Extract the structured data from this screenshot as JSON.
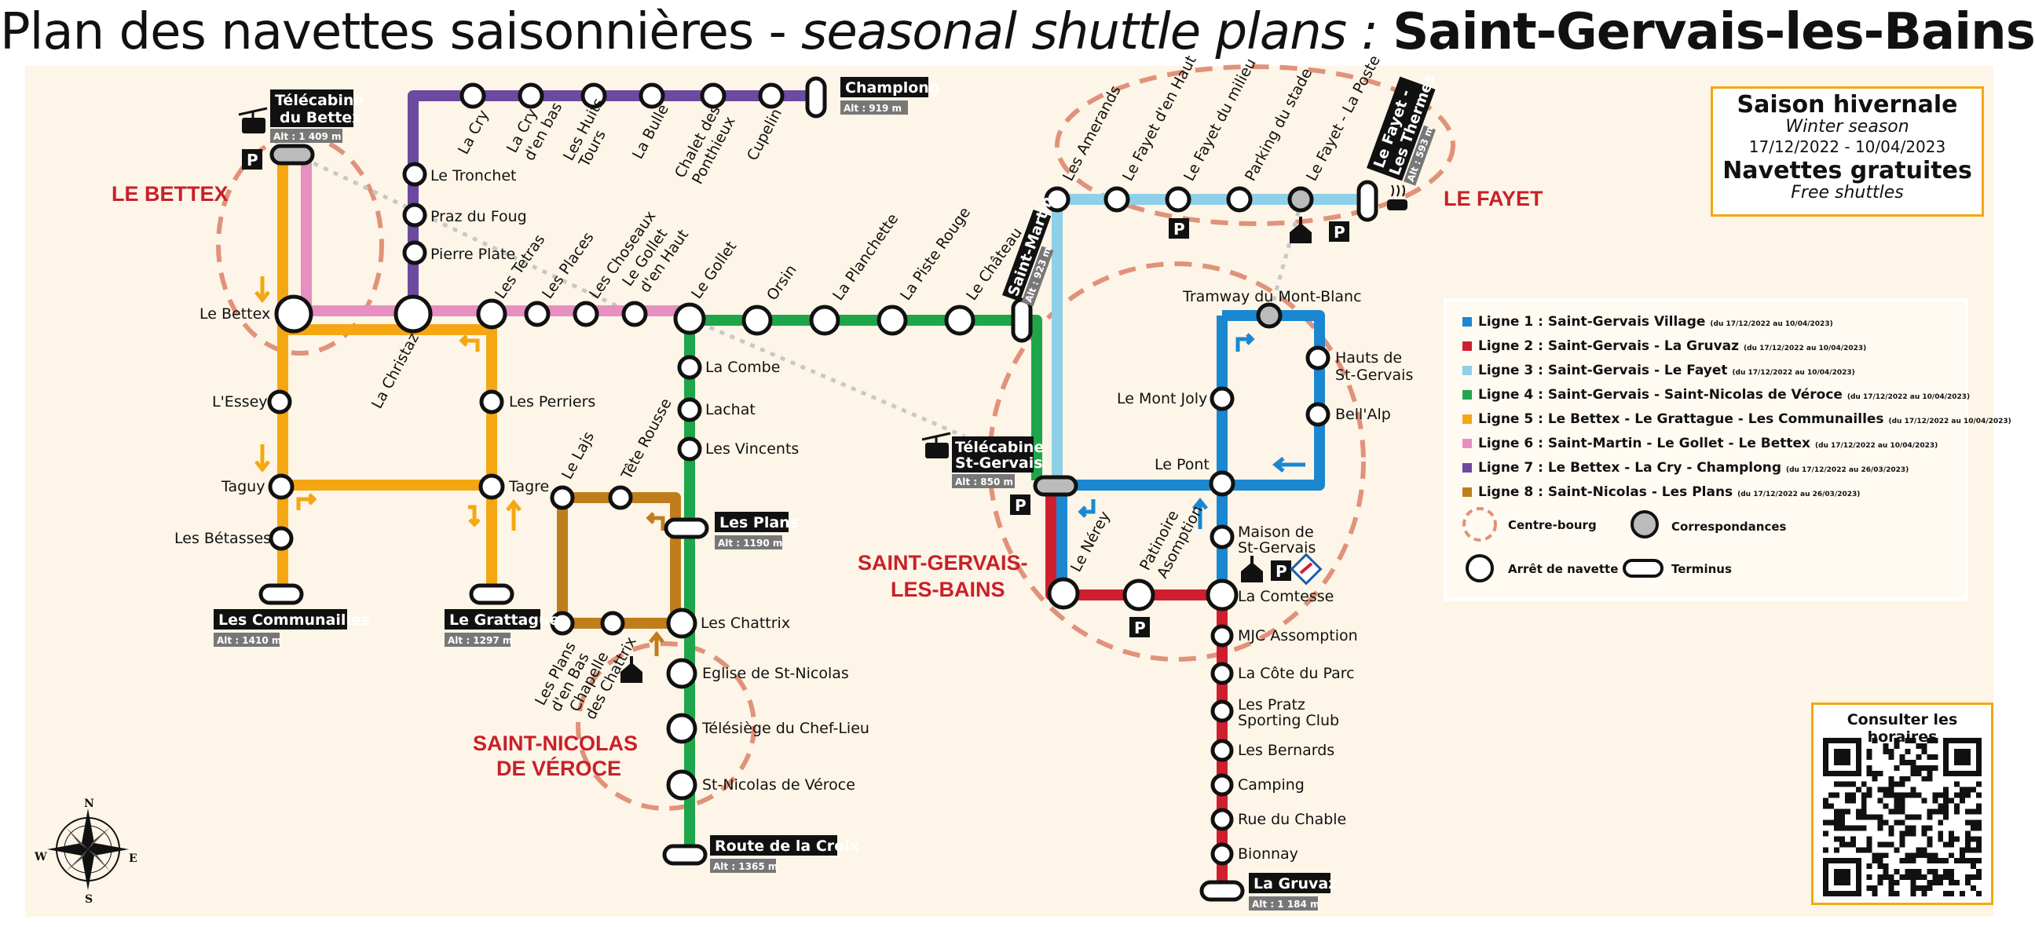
{
  "header": {
    "title_main": "Plan des navettes saisonnières - ",
    "title_italic": "seasonal shuttle plans : ",
    "title_bold": "Saint-Gervais-les-Bains"
  },
  "season": {
    "title": "Saison hivernale",
    "subtitle": "Winter season",
    "dates": "17/12/2022 - 10/04/2023",
    "free": "Navettes gratuites",
    "free_en": "Free shuttles"
  },
  "legend": {
    "lines": [
      {
        "label": "Ligne 1  : Saint-Gervais Village",
        "dates": "(du 17/12/2022 au 10/04/2023)",
        "color": "#1b87d0"
      },
      {
        "label": "Ligne 2 : Saint-Gervais - La Gruvaz",
        "dates": "(du 17/12/2022 au 10/04/2023)",
        "color": "#cf1f2e"
      },
      {
        "label": "Ligne 3 : Saint-Gervais - Le Fayet",
        "dates": "(du 17/12/2022 au 10/04/2023)",
        "color": "#8ed0e8"
      },
      {
        "label": "Ligne 4 : Saint-Gervais - Saint-Nicolas de Véroce",
        "dates": "(du 17/12/2022 au 10/04/2023)",
        "color": "#1fa64a"
      },
      {
        "label": "Ligne 5 : Le Bettex - Le Grattague - Les Communailles",
        "dates": "(du 17/12/2022 au 10/04/2023)",
        "color": "#f4a712"
      },
      {
        "label": "Ligne 6 : Saint-Martin - Le Gollet - Le Bettex",
        "dates": "(du 17/12/2022 au 10/04/2023)",
        "color": "#e68fc0"
      },
      {
        "label": "Ligne 7 : Le Bettex - La Cry - Champlong",
        "dates": "(du 17/12/2022 au 26/03/2023)",
        "color": "#6b4aa0"
      },
      {
        "label": "Ligne 8 : Saint-Nicolas - Les Plans",
        "dates": "(du 17/12/2022 au 26/03/2023)",
        "color": "#c07d1c"
      }
    ],
    "centre_bourg": "Centre-bourg",
    "correspondances": "Correspondances",
    "arret": "Arrêt de navette",
    "terminus": "Terminus"
  },
  "qr": {
    "title": "Consulter les horaires"
  },
  "areas": {
    "bettex": "LE BETTEX",
    "fayet": "LE FAYET",
    "sg1": "SAINT-GERVAIS-",
    "sg2": "LES-BAINS",
    "sn1": "SAINT-NICOLAS",
    "sn2": "DE VÉROCE"
  },
  "stops": {
    "champlong": "Champlong",
    "champlong_alt": "Alt : 919 m",
    "tele_bettex1": "Télécabine",
    "tele_bettex2": "du Bettex",
    "tele_bettex_alt": "Alt : 1 409 m",
    "la_cry": "La Cry",
    "la_cry_bas1": "La Cry",
    "la_cry_bas2": "d'en bas",
    "huits1": "Les Huits",
    "huits2": "Tours",
    "la_bulle": "La Bulle",
    "chalet1": "Chalet des",
    "chalet2": "Ponthieux",
    "cupelin": "Cupelin",
    "tronchet": "Le Tronchet",
    "praz": "Praz du Foug",
    "pierre_plate": "Pierre Plate",
    "le_bettex": "Le Bettex",
    "christaz": "La Christaz",
    "tetras": "Les Tetras",
    "places": "Les Places",
    "choseaux": "Les Choseaux",
    "gollet_haut1": "Le Gollet",
    "gollet_haut2": "d'en Haut",
    "gollet": "Le Gollet",
    "orsin": "Orsin",
    "planchette": "La Planchette",
    "piste_rouge": "La Piste Rouge",
    "chateau": "Le Château",
    "st_martin": "Saint-Martin",
    "st_martin_alt": "Alt : 923 m",
    "amerands": "Les Amerands",
    "fayet_haut": "Le Fayet d'en Haut",
    "fayet_milieu": "Le Fayet du milieu",
    "parking_stade": "Parking du stade",
    "fayet_poste": "Le Fayet - La Poste",
    "fayet_thermes1": "Le Fayet -",
    "fayet_thermes2": "Les Thermes",
    "fayet_thermes_alt": "Alt : 593 m",
    "tramway": "Tramway du Mont-Blanc",
    "hauts1": "Hauts de",
    "hauts2": "St-Gervais",
    "bellalp": "Bell'Alp",
    "mont_joly": "Le Mont Joly",
    "le_pont": "Le Pont",
    "tele_sg1": "Télécabine",
    "tele_sg2": "St-Gervais",
    "tele_sg_alt": "Alt : 850 m",
    "maison1": "Maison de",
    "maison2": "St-Gervais",
    "nerey": "Le Nérey",
    "patinoire1": "Patinoire",
    "patinoire2": "Asomption",
    "comtesse": "La Comtesse",
    "mjc": "MJC Assomption",
    "cote_parc": "La Côte du Parc",
    "pratz1": "Les Pratz",
    "pratz2": "Sporting Club",
    "bernards": "Les Bernards",
    "camping": "Camping",
    "chable": "Rue du Chable",
    "bionnay": "Bionnay",
    "gruvaz": "La Gruvaz",
    "gruvaz_alt": "Alt : 1 184 m",
    "la_combe": "La Combe",
    "lachat": "Lachat",
    "vincents": "Les Vincents",
    "les_plans": "Les Plans",
    "les_plans_alt": "Alt : 1190 m",
    "chattrix": "Les Chattrix",
    "eglise": "Eglise de St-Nicolas",
    "telesiege": "Télésiège du Chef-Lieu",
    "st_nicolas": "St-Nicolas de Véroce",
    "route_croix": "Route de la Croix",
    "route_croix_alt": "Alt : 1365 m",
    "lajs": "Le Lajs",
    "tete_rousse": "Tête Rousse",
    "plans_bas1": "Les Plans",
    "plans_bas2": "d'en Bas",
    "chapelle1": "Chapelle",
    "chapelle2": "des Chattrix",
    "essey": "L'Essey",
    "perriers": "Les Perriers",
    "taguy": "Taguy",
    "tagre": "Tagre",
    "betasses": "Les Bétasses",
    "communailles": "Les Communailles",
    "communailles_alt": "Alt : 1410 m",
    "grattague": "Le Grattague",
    "grattague_alt": "Alt : 1297 m"
  },
  "compass": {
    "n": "N",
    "s": "S",
    "e": "E",
    "w": "W"
  }
}
